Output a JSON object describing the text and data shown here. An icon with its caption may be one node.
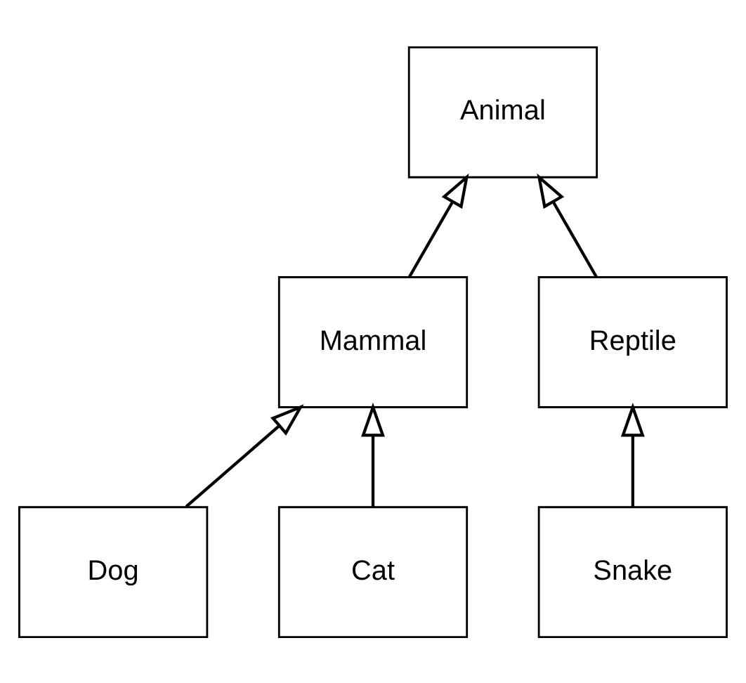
{
  "diagram": {
    "nodes": [
      {
        "text": [
          "Animal"
        ]
      },
      {
        "text": [
          "Mammal"
        ]
      },
      {
        "text": [
          "Reptile"
        ]
      },
      {
        "text": [
          "Dog"
        ]
      },
      {
        "text": [
          "Cat"
        ]
      },
      {
        "text": [
          "Snake"
        ]
      }
    ],
    "edges": [
      {
        "from": 1,
        "to": 0,
        "arrow": "to"
      },
      {
        "from": 2,
        "to": 0,
        "arrow": "to"
      },
      {
        "from": 3,
        "to": 1,
        "arrow": "to"
      },
      {
        "from": 4,
        "to": 1,
        "arrow": "to"
      },
      {
        "from": 5,
        "to": 2,
        "arrow": "to"
      }
    ]
  }
}
